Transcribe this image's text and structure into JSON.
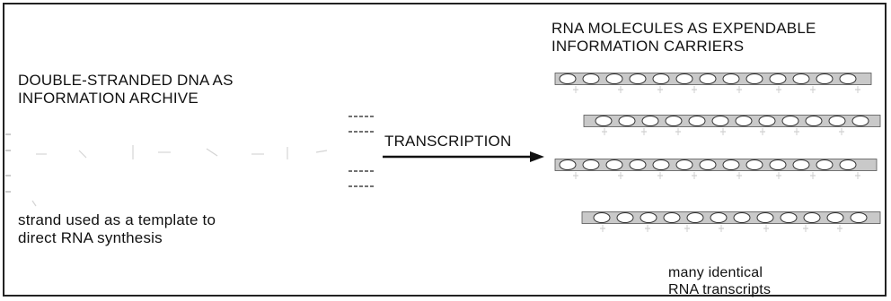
{
  "dna": {
    "title_line1": "DOUBLE-STRANDED DNA AS",
    "title_line2": "INFORMATION ARCHIVE",
    "template_note_line1": "strand used as a template to",
    "template_note_line2": "direct RNA synthesis"
  },
  "process": {
    "label": "TRANSCRIPTION"
  },
  "rna": {
    "title_line1": "RNA MOLECULES AS EXPENDABLE",
    "title_line2": "INFORMATION CARRIERS",
    "caption_line1": "many identical",
    "caption_line2": "RNA transcripts",
    "transcript_count": 4
  },
  "colors": {
    "ink": "#111111",
    "backbone_fill": "#c9c9c9",
    "base_faint": "#cfcfcf"
  }
}
